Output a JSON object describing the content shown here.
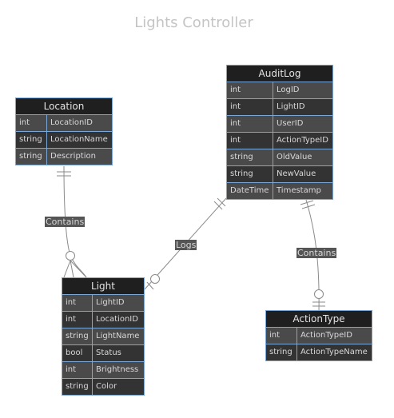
{
  "title": "Lights Controller",
  "colors": {
    "entity_header_bg": "#1f1f1f",
    "row_odd_bg": "#4a4a4a",
    "row_even_bg": "#333333",
    "border": "#7aa7d6",
    "edge": "#8a8a8a",
    "label_bg": "#555555"
  },
  "entities": {
    "location": {
      "name": "Location",
      "fields": [
        {
          "type": "int",
          "name": "LocationID"
        },
        {
          "type": "string",
          "name": "LocationName"
        },
        {
          "type": "string",
          "name": "Description"
        }
      ]
    },
    "auditlog": {
      "name": "AuditLog",
      "fields": [
        {
          "type": "int",
          "name": "LogID"
        },
        {
          "type": "int",
          "name": "LightID"
        },
        {
          "type": "int",
          "name": "UserID"
        },
        {
          "type": "int",
          "name": "ActionTypeID"
        },
        {
          "type": "string",
          "name": "OldValue"
        },
        {
          "type": "string",
          "name": "NewValue"
        },
        {
          "type": "DateTime",
          "name": "Timestamp"
        }
      ]
    },
    "light": {
      "name": "Light",
      "fields": [
        {
          "type": "int",
          "name": "LightID"
        },
        {
          "type": "int",
          "name": "LocationID"
        },
        {
          "type": "string",
          "name": "LightName"
        },
        {
          "type": "bool",
          "name": "Status"
        },
        {
          "type": "int",
          "name": "Brightness"
        },
        {
          "type": "string",
          "name": "Color"
        }
      ]
    },
    "actiontype": {
      "name": "ActionType",
      "fields": [
        {
          "type": "int",
          "name": "ActionTypeID"
        },
        {
          "type": "string",
          "name": "ActionTypeName"
        }
      ]
    }
  },
  "relationships": [
    {
      "label": "Contains"
    },
    {
      "label": "Logs"
    },
    {
      "label": "Contains"
    }
  ]
}
